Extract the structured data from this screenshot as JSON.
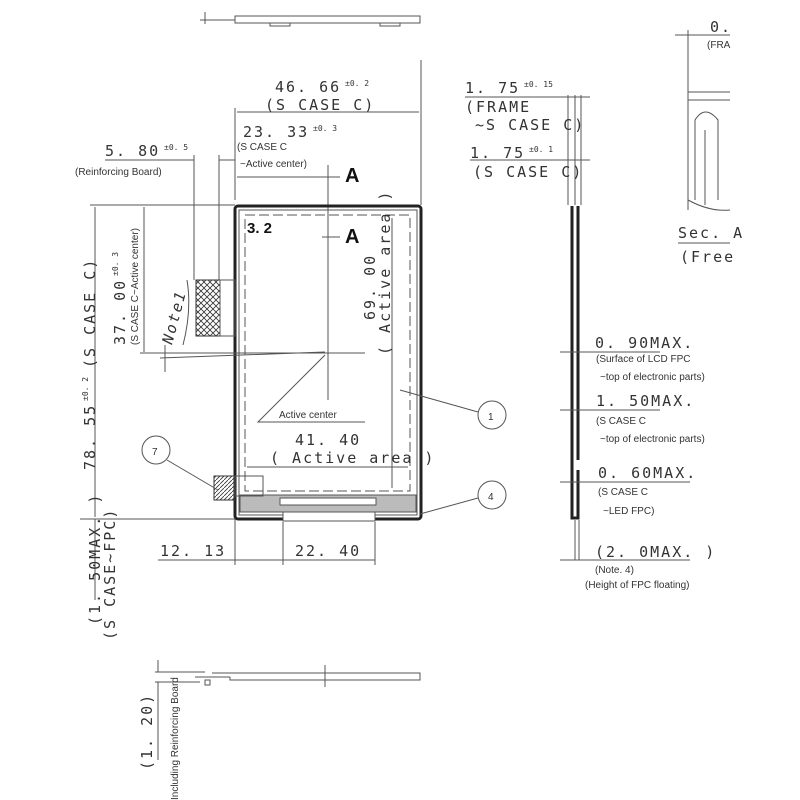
{
  "dimensions": {
    "width_total": {
      "value": "46. 66",
      "tol": "±0. 2",
      "note": "(S CASE C)"
    },
    "half_width": {
      "value": "23. 33",
      "tol": "±0. 3",
      "note1": "(S CASE C",
      "note2": "~Active center)"
    },
    "reinforcing": {
      "value": "5. 80",
      "tol": "±0. 5",
      "note": "(Reinforcing Board)"
    },
    "height_total": {
      "value": "78. 55",
      "tol": "±0. 2",
      "note": "(S CASE C)"
    },
    "half_height": {
      "value": "37. 00",
      "tol": "±0. 3",
      "note": "(S CASE C~Active center)"
    },
    "active_h": {
      "value": "69. 00",
      "note": "( Active area )"
    },
    "active_w": {
      "value": "41. 40",
      "note": "( Active area )"
    },
    "fpc_offset": {
      "value": "12. 13"
    },
    "fpc_width": {
      "value": "22. 40"
    },
    "fpc_thick": {
      "value": "(1. 50MAX. )",
      "note": "(S CASE~FPC)"
    },
    "reinf_thick": {
      "value": "(1. 20)",
      "note": "Including Reinforcing Board"
    },
    "frame_case": {
      "value": "1. 75",
      "tol": "±0. 15",
      "note1": "(FRAME",
      "note2": "~S CASE C)"
    },
    "case": {
      "value": "1. 75",
      "tol": "±0. 1",
      "note": "(S CASE C)"
    },
    "lcd_fpc": {
      "value": "0. 90MAX.",
      "note1": "(Surface of LCD FPC",
      "note2": "~top of electronic parts)"
    },
    "case_parts": {
      "value": "1. 50MAX.",
      "note1": "(S CASE C",
      "note2": "~top of electronic parts)"
    },
    "led_fpc": {
      "value": "0. 60MAX.",
      "note1": "(S CASE C",
      "note2": "~LED FPC)"
    },
    "fpc_float": {
      "value": "(2. 0MAX. )",
      "note1": "(Note. 4)",
      "note2": "(Height of FPC floating)"
    },
    "section_dim": {
      "value": "0.",
      "note": "(FRA"
    }
  },
  "labels": {
    "section_mark": "A",
    "view_id": "3. 2",
    "note1": "Note1",
    "active_center": "Active center",
    "section_title": "Sec. A",
    "section_sub": "(Free"
  },
  "callouts": [
    "1",
    "4",
    "7"
  ]
}
